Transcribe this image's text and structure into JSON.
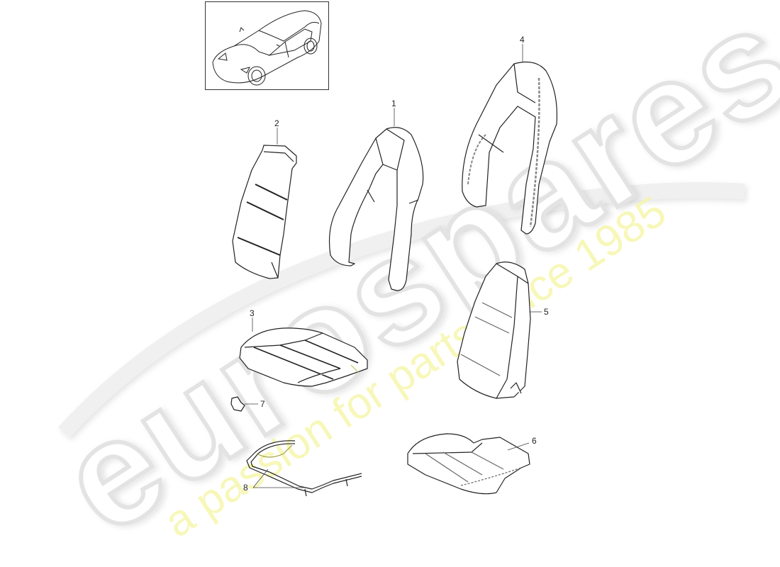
{
  "diagram": {
    "type": "exploded-parts-diagram",
    "subject": "seat cushion and backrest padding/covers",
    "thumbnail": {
      "name": "vehicle-overview",
      "description": "car line drawing"
    },
    "parts": [
      {
        "id": "1",
        "label": "1",
        "description": "backrest side bolster padding"
      },
      {
        "id": "2",
        "label": "2",
        "description": "backrest center padding"
      },
      {
        "id": "3",
        "label": "3",
        "description": "seat cushion padding"
      },
      {
        "id": "4",
        "label": "4",
        "description": "backrest bolster cover"
      },
      {
        "id": "5",
        "label": "5",
        "description": "backrest cover"
      },
      {
        "id": "6",
        "label": "6",
        "description": "seat cushion cover"
      },
      {
        "id": "7",
        "label": "7",
        "description": "clip"
      },
      {
        "id": "8",
        "label": "8",
        "description": "cushion frame wire"
      }
    ]
  },
  "watermark": {
    "brand": "eurospares",
    "tagline": "a passion for parts since 1985",
    "brand_color": "#e6e6e6",
    "tagline_color": "#f7f7b0"
  }
}
